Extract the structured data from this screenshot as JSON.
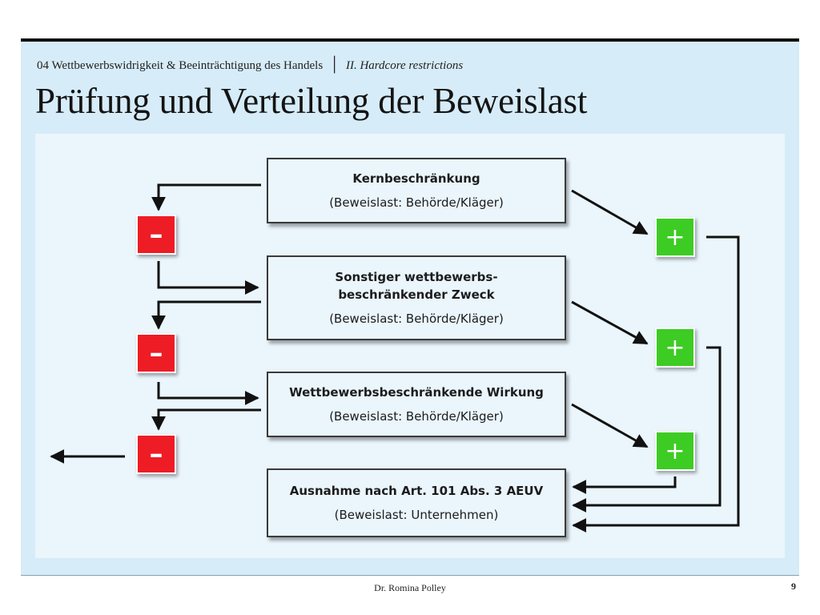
{
  "header": {
    "breadcrumb": "04 Wettbewerbswidrigkeit & Beeinträchtigung des Handels",
    "separator": "│",
    "section": "II. Hardcore restrictions",
    "title": "Prüfung und Verteilung der Beweislast"
  },
  "diagram": {
    "boxes": [
      {
        "heading": "Kernbeschränkung",
        "note": "(Beweislast: Behörde/Kläger)"
      },
      {
        "heading": "Sonstiger wettbewerbs-\nbeschränkender Zweck",
        "note": "(Beweislast: Behörde/Kläger)"
      },
      {
        "heading": "Wettbewerbsbeschränkende Wirkung",
        "note": "(Beweislast: Behörde/Kläger)"
      },
      {
        "heading": "Ausnahme nach Art. 101 Abs. 3 AEUV",
        "note": "(Beweislast: Unternehmen)"
      }
    ],
    "minus_symbol": "–",
    "plus_symbol": "+",
    "colors": {
      "minus": "#ee1c25",
      "plus": "#3dcc23",
      "arrow": "#111111"
    }
  },
  "footer": {
    "author": "Dr. Romina Polley",
    "page_number": "9"
  }
}
